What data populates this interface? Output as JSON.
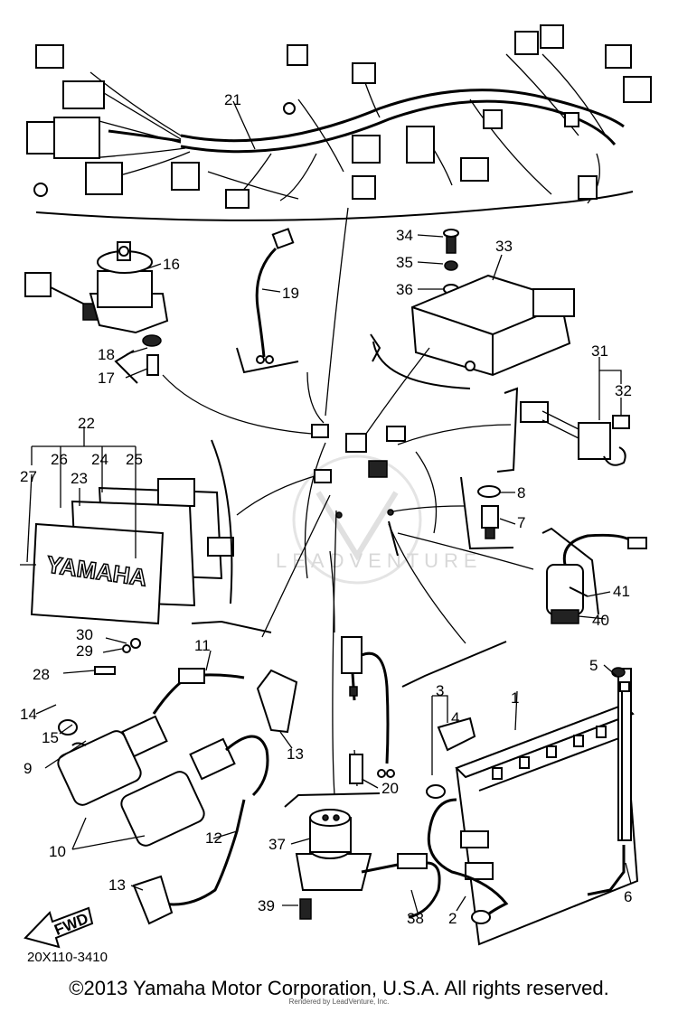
{
  "diagram": {
    "watermark": "LEADVENTURE",
    "part_code": "20X110-3410",
    "direction_arrow": "FWD",
    "ignition_brand": "YAMAHA",
    "callouts": [
      "1",
      "2",
      "3",
      "4",
      "5",
      "6",
      "7",
      "8",
      "9",
      "10",
      "11",
      "12",
      "13",
      "13",
      "14",
      "15",
      "16",
      "17",
      "18",
      "19",
      "20",
      "21",
      "22",
      "23",
      "24",
      "25",
      "26",
      "27",
      "28",
      "29",
      "30",
      "31",
      "32",
      "33",
      "34",
      "35",
      "36",
      "37",
      "38",
      "39",
      "40",
      "41"
    ]
  },
  "footer": {
    "copyright": "©2013 Yamaha Motor Corporation, U.S.A. All rights reserved.",
    "rendered_by": "Rendered by LeadVenture, Inc."
  }
}
